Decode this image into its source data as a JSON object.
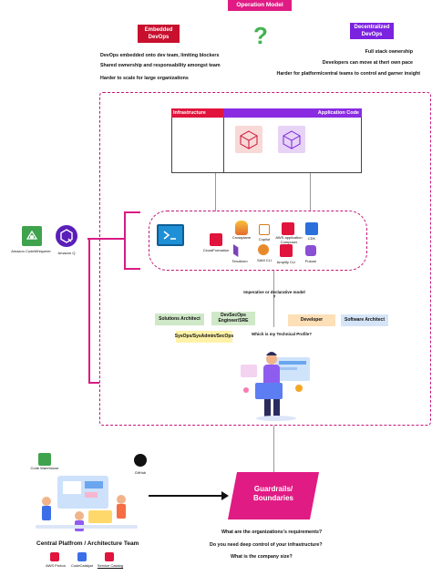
{
  "header": {
    "title": "Operation Model"
  },
  "embedded": {
    "label": "Embedded DevOps",
    "points": [
      "DevOps embedded onto dev team, limiting blockers",
      "Shared ownership and responsability amongst team",
      "Harder to scale for large organizations"
    ]
  },
  "decentralized": {
    "label": "Decentralized DevOps",
    "points": [
      "Full stack ownership",
      "Developers can move at theri own pace",
      "Harder for platform/central teams to control and garner insight"
    ]
  },
  "infra": {
    "infrastructure_label": "Infrastructure",
    "app_label": "Application Code"
  },
  "left_tools": {
    "codewhisperer": "Amazon CodeWhisperer",
    "amazon_q": "Amazon Q"
  },
  "tools": [
    "CloudFormation",
    "Crossplane",
    "Copilot",
    "AWS application Composer",
    "CDK",
    "Terraform",
    "SAM CLI",
    "Amplify CLI",
    "Pulumi"
  ],
  "question_imperative": "Imperative or declarative model ?",
  "roles": [
    "Solutions Architect",
    "DevSecOps Engineer/SRE",
    "Developer",
    "Software Architect",
    "SysOps/SysAdmin/SecOps"
  ],
  "question_profile": "Which is my Technical Profile?",
  "platform": {
    "title": "Central Platfrom / Architecture Team",
    "code_label": "Code Warehouse",
    "github_label": "GitHub",
    "bottom_icons": [
      "AWS Proton",
      "CodeCatalyst",
      "Service Catalog"
    ]
  },
  "guardrails": {
    "label": "Guardrails/ Boundaries"
  },
  "questions": [
    "What are the organizations's requirements?",
    "Do you need deep control of your infrastructure?",
    "What is the company size?"
  ],
  "colors": {
    "magenta": "#e01b84",
    "red": "#c8102e",
    "purple": "#7b22e0",
    "dash": "#c2187a"
  }
}
